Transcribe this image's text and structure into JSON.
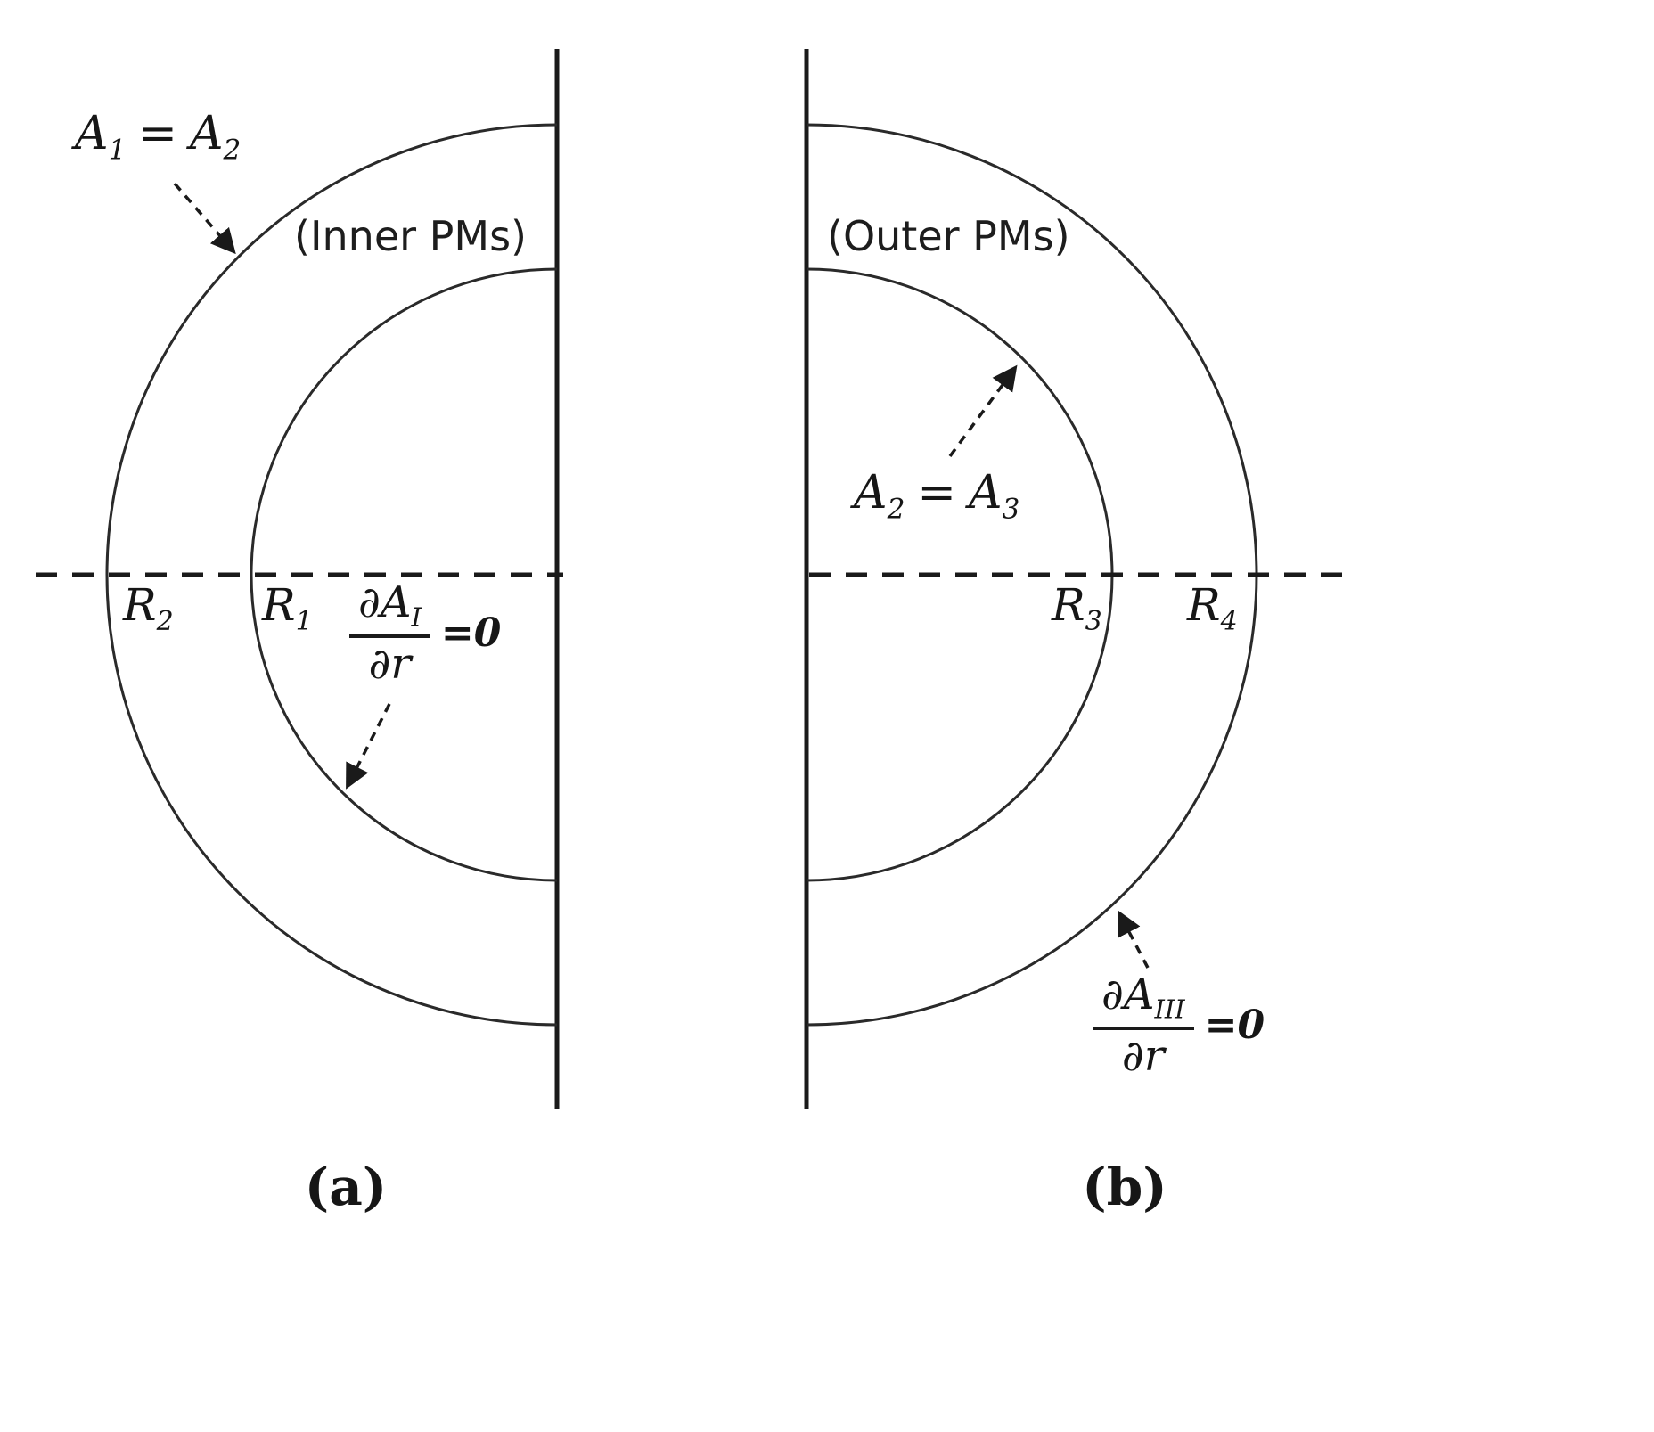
{
  "colors": {
    "line": "#1a1a1a",
    "background": "#ffffff"
  },
  "panel_a": {
    "caption": "(a)",
    "region_label": "(Inner PMs)",
    "boundary": {
      "lhs_main": "A",
      "lhs_sub": "1",
      "rel": "=",
      "rhs_main": "A",
      "rhs_sub": "2"
    },
    "radius_outer": {
      "main": "R",
      "sub": "2"
    },
    "radius_inner": {
      "main": "R",
      "sub": "1"
    },
    "neumann": {
      "numerator_main": "∂A",
      "numerator_sub": "I",
      "denominator": "∂r",
      "equals": "=0"
    }
  },
  "panel_b": {
    "caption": "(b)",
    "region_label": "(Outer PMs)",
    "boundary": {
      "lhs_main": "A",
      "lhs_sub": "2",
      "rel": "=",
      "rhs_main": "A",
      "rhs_sub": "3"
    },
    "radius_inner": {
      "main": "R",
      "sub": "3"
    },
    "radius_outer": {
      "main": "R",
      "sub": "4"
    },
    "neumann": {
      "numerator_main": "∂A",
      "numerator_sub": "III",
      "denominator": "∂r",
      "equals": "=0"
    }
  }
}
